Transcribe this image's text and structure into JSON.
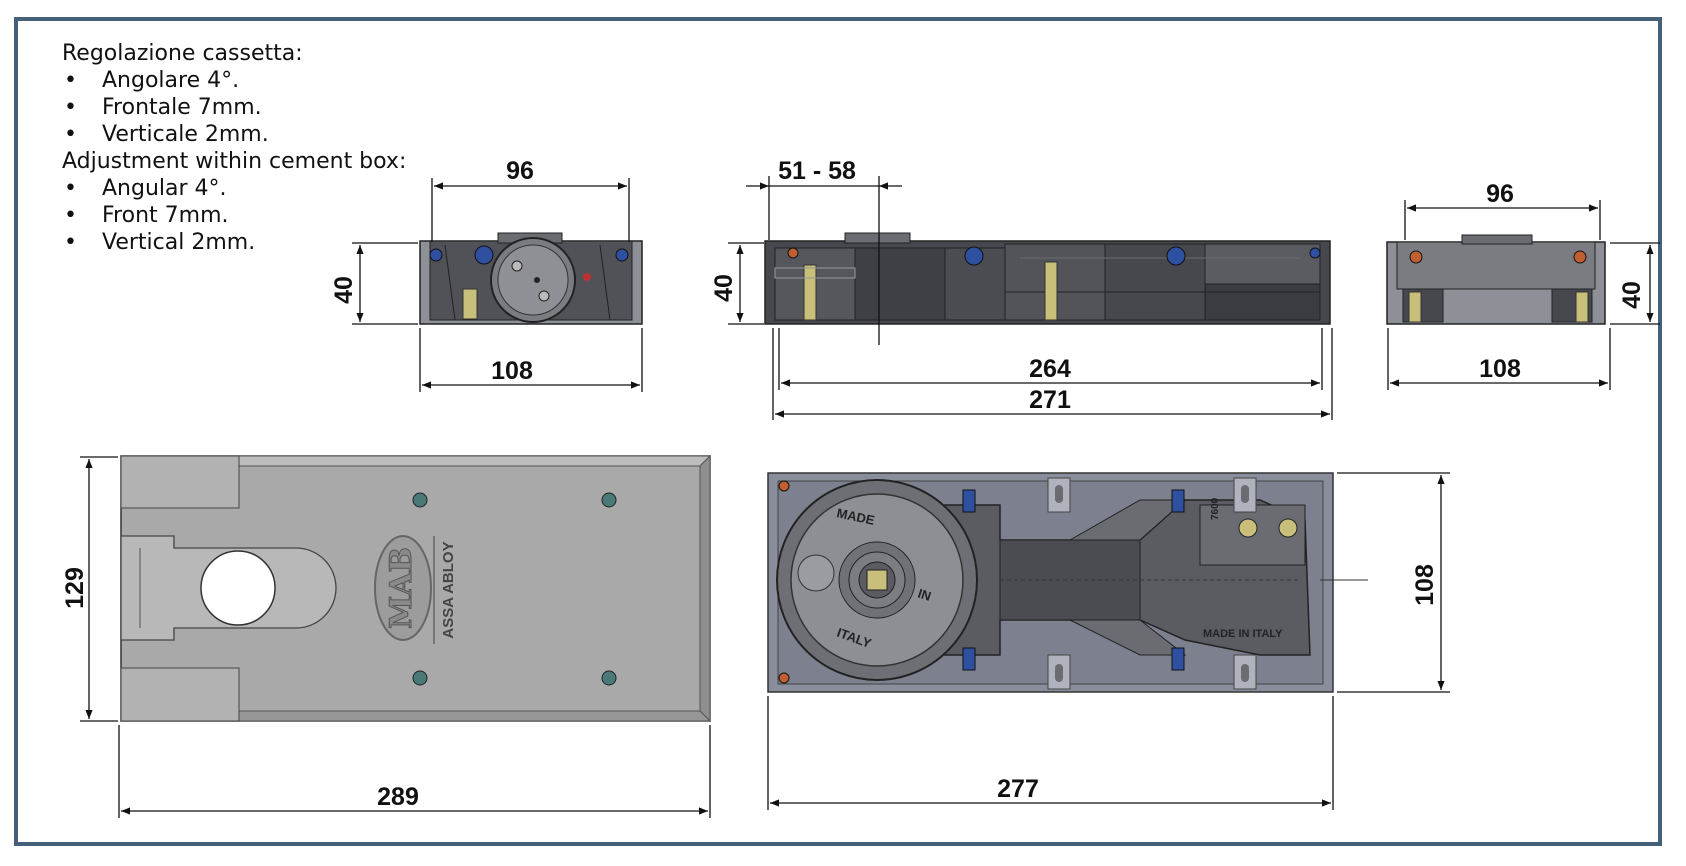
{
  "notes": {
    "it_heading": "Regolazione cassetta:",
    "it_items": [
      "Angolare 4°.",
      "Frontale 7mm.",
      "Verticale 2mm."
    ],
    "en_heading": "Adjustment within cement box:",
    "en_items": [
      "Angular 4°.",
      "Front 7mm.",
      "Vertical 2mm."
    ]
  },
  "dimensions": {
    "front_width_top": "96",
    "front_height": "40",
    "front_width_bottom": "108",
    "side_offset": "51 - 58",
    "side_height": "40",
    "side_length_inner": "264",
    "side_length_outer": "271",
    "rear_width_top": "96",
    "rear_height": "40",
    "rear_width_bottom": "108",
    "cover_height": "129",
    "cover_length": "289",
    "top_height": "108",
    "top_length": "277"
  },
  "labels": {
    "brand": "MAB",
    "brand_sub": "ASSA ABLOY",
    "made": "MADE",
    "in": "IN",
    "italy": "ITALY",
    "made_in_italy": "MADE IN ITALY",
    "model": "7600"
  },
  "colors": {
    "frame": "#44607a",
    "body": "#4d4f55",
    "cover": "#a9a9a9",
    "plate": "#8a8e9c",
    "bolt": "#2f4fa0",
    "spring": "#c8c07a"
  }
}
